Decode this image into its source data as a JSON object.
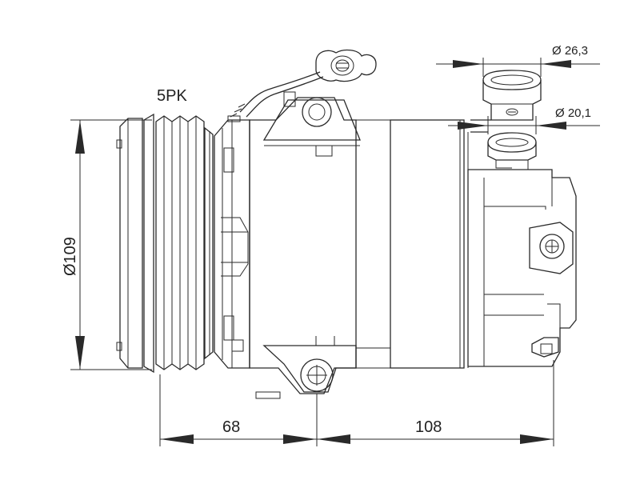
{
  "labels": {
    "belt_type": "5PK",
    "pulley_diameter": "Ø109",
    "port_large": "Ø 26,3",
    "port_small": "Ø 20,1",
    "length_front": "68",
    "length_body": "108"
  }
}
